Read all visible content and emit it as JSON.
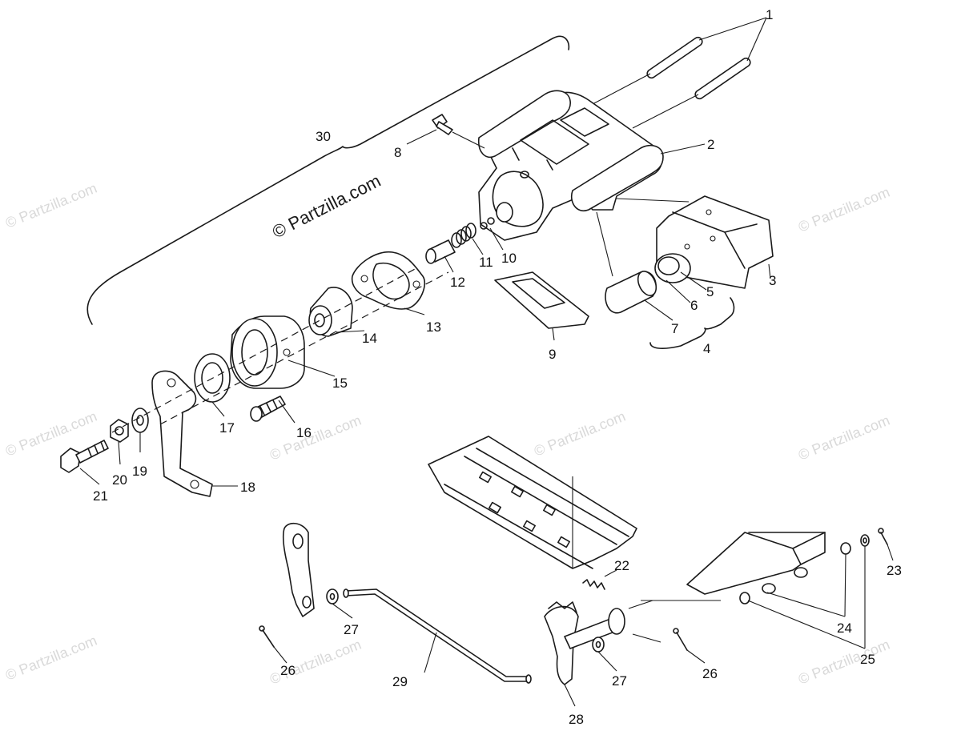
{
  "watermark": {
    "main": "© Partzilla.com",
    "faint": "© Partzilla.com"
  },
  "callouts": [
    {
      "label": "1"
    },
    {
      "label": "2"
    },
    {
      "label": "3"
    },
    {
      "label": "4"
    },
    {
      "label": "5"
    },
    {
      "label": "6"
    },
    {
      "label": "7"
    },
    {
      "label": "8"
    },
    {
      "label": "9"
    },
    {
      "label": "10"
    },
    {
      "label": "11"
    },
    {
      "label": "12"
    },
    {
      "label": "13"
    },
    {
      "label": "14"
    },
    {
      "label": "15"
    },
    {
      "label": "16"
    },
    {
      "label": "17"
    },
    {
      "label": "18"
    },
    {
      "label": "19"
    },
    {
      "label": "20"
    },
    {
      "label": "21"
    },
    {
      "label": "22"
    },
    {
      "label": "23"
    },
    {
      "label": "24"
    },
    {
      "label": "25"
    },
    {
      "label": "26"
    },
    {
      "label": "26"
    },
    {
      "label": "27"
    },
    {
      "label": "27"
    },
    {
      "label": "28"
    },
    {
      "label": "29"
    },
    {
      "label": "30"
    }
  ]
}
